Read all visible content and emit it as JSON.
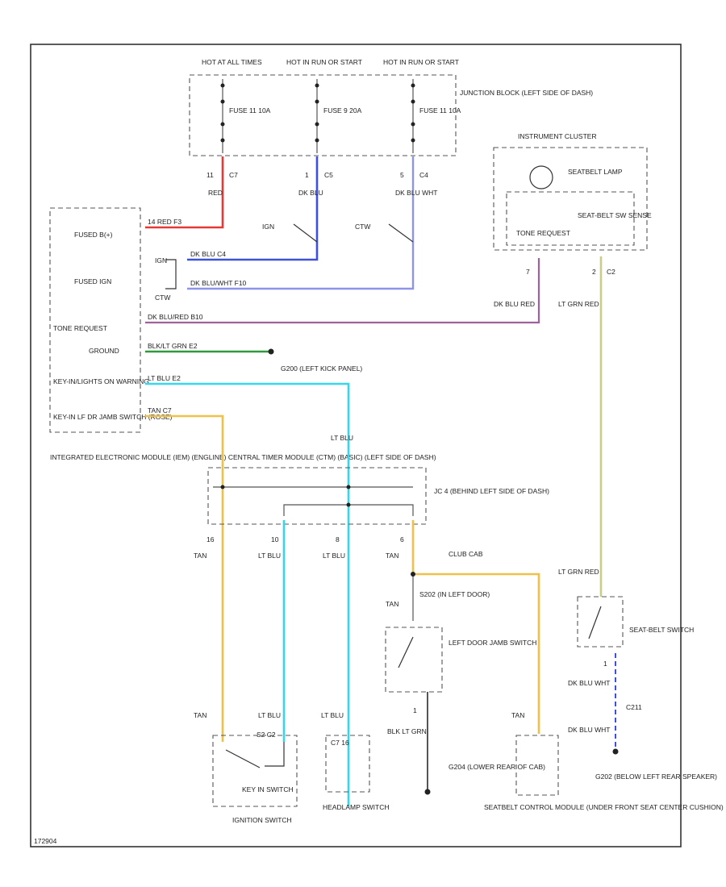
{
  "wire_colors": {
    "red": "#e53935",
    "dk_blu": "#3f51d8",
    "dk_blu_wht": "#8e95e8",
    "dk_blu_red": "#a0609a",
    "blk_grn": "#2e9b3a",
    "lt_blu": "#36d6f0",
    "tan": "#f0c04a",
    "lt_grn_red": "#c8cd8a",
    "gray": "#555555"
  },
  "top_labels": {
    "hot_at_all_times": "HOT AT ALL TIMES",
    "hot_in_run_start": "HOT IN RUN OR START",
    "hot_in_run_or_start2": "HOT IN RUN OR START"
  },
  "fuses": {
    "fuse1": "FUSE 11 10A",
    "fuse2": "FUSE 9 20A",
    "fuse3": "FUSE 11 10A"
  },
  "junction_block": "JUNCTION BLOCK (LEFT SIDE OF DASH)",
  "connectors": {
    "c7_pin": "11",
    "c7": "C7",
    "c5_pin": "1",
    "c5": "C5",
    "c4_pin": "5",
    "c4": "C4",
    "c2_pin": "2",
    "c2": "C2",
    "c7_pin_inst": "7"
  },
  "wire_labels": {
    "red": "RED",
    "dk_blu": "DK BLU",
    "dk_blu_wht": "DK BLU WHT",
    "red_pin": "14  RED  F3",
    "dk_blu_pin": "DK BLU  C4",
    "dk_blu_wht_pin": "DK BLU/WHT  F10",
    "dk_blu_red_pin": "DK BLU/RED  B10",
    "blk_grn_pin": "BLK/LT GRN  E2",
    "lt_blu_pin": "LT BLU  E2",
    "tan_pin": "TAN  C7",
    "dk_blu_red_right": "DK BLU RED",
    "lt_grn_red_right": "LT GRN RED",
    "lt_blu_mid": "LT BLU",
    "tan_a": "TAN",
    "lt_blu_a": "LT BLU",
    "lt_blu_b": "LT BLU",
    "tan_b": "TAN",
    "tan_c": "TAN",
    "tan_d": "TAN",
    "lt_blu_c": "LT BLU",
    "lt_blu_d": "LT BLU",
    "tan_e": "TAN",
    "blk_lt_grn": "BLK LT GRN",
    "lt_grn_red_lower": "LT GRN RED",
    "dk_blu_wht_lower1": "DK BLU WHT",
    "dk_blu_wht_lower2": "DK BLU WHT"
  },
  "switches": {
    "ign": "IGN",
    "ctw": "CTW",
    "ign_small": "IGN",
    "ctw_small": "CTW"
  },
  "module_pins": {
    "fused_batt": "FUSED B(+)",
    "fused_ign": "FUSED IGN",
    "tone_request": "TONE REQUEST",
    "ground": "GROUND",
    "key_in_lights_on": "KEY-IN/LIGHTS ON WARNING",
    "key_in_lf_door": "KEY-IN LF DR JAMB SWITCH (ROSE)"
  },
  "module_name": "INTEGRATED ELECTRONIC MODULE (IEM) (ENGLINE) CENTRAL TIMER MODULE (CTM) (BASIC) (LEFT SIDE OF DASH)",
  "instrument_cluster": "INSTRUMENT CLUSTER",
  "seatbelt_lamp": "SEATBELT LAMP",
  "tone_request_label": "TONE REQUEST",
  "seatbelt_sw_sense": "SEAT-BELT SW SENSE",
  "ground_g200": "G200 (LEFT KICK PANEL)",
  "jc4": "JC 4 (BEHIND LEFT SIDE OF DASH)",
  "jc4_pins": {
    "p1": "16",
    "p2": "10",
    "p3": "8",
    "p4": "6"
  },
  "club_cab": "CLUB CAB",
  "s202": "S202 (IN LEFT DOOR)",
  "left_door_jamb": "LEFT DOOR JAMB SWITCH",
  "left_door_pin": "1",
  "g204": "G204 (LOWER REAR OF CAB)",
  "seatbelt_switch": "SEAT-BELT SWITCH",
  "seatbelt_switch_pin": "1",
  "c211": "C211",
  "g202": "G202 (BELOW LEFT REAR SPEAKER)",
  "key_in_switch": "KEY IN SWITCH",
  "ignition_switch": "IGNITION SWITCH",
  "ign_pins": "S2   C2",
  "headlamp_switch": "HEADLAMP SWITCH",
  "headlamp_pins": "C7  16",
  "seatbelt_control_module": "SEATBELT CONTROL MODULE (UNDER FRONT SEAT CENTER CUSHION)",
  "footer_code": "172904"
}
